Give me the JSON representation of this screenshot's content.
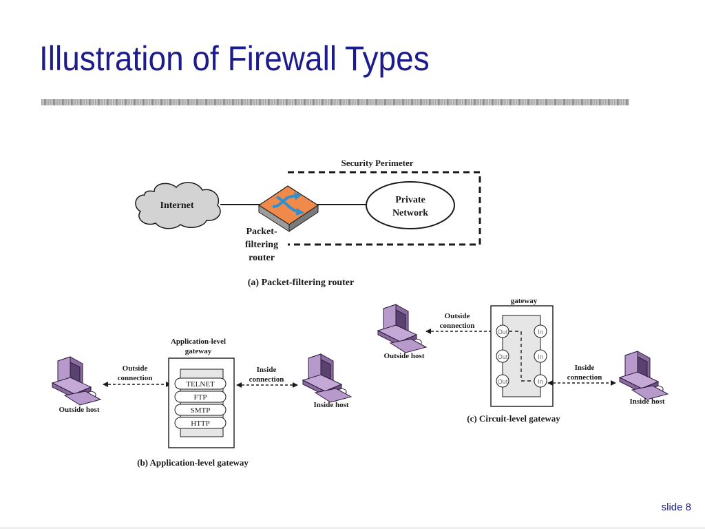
{
  "slide": {
    "title": "Illustration of Firewall Types",
    "number": "slide 8"
  },
  "diagram_a": {
    "perimeter_label": "Security Perimeter",
    "internet_label": "Internet",
    "private_network_line1": "Private",
    "private_network_line2": "Network",
    "router_label_line1": "Packet-",
    "router_label_line2": "filtering",
    "router_label_line3": "router",
    "caption": "(a) Packet-filtering router"
  },
  "diagram_b": {
    "gateway_label_line1": "Application-level",
    "gateway_label_line2": "gateway",
    "outside_conn_line1": "Outside",
    "outside_conn_line2": "connection",
    "inside_conn_line1": "Inside",
    "inside_conn_line2": "connection",
    "outside_host": "Outside host",
    "inside_host": "Inside host",
    "protocols": [
      "TELNET",
      "FTP",
      "SMTP",
      "HTTP"
    ],
    "caption": "(b) Application-level gateway"
  },
  "diagram_c": {
    "gateway_label_partial": "gateway",
    "outside_conn_line1": "Outside",
    "outside_conn_line2": "connection",
    "inside_conn_line1": "Inside",
    "inside_conn_line2": "connection",
    "outside_host": "Outside host",
    "inside_host": "Inside host",
    "out_port": "Out",
    "in_port": "In",
    "caption": "(c) Circuit-level gateway"
  },
  "colors": {
    "title": "#1c1c8c",
    "computer": "#9d7fb1",
    "router_top": "#f08a4b",
    "router_arrows": "#2f8fd0",
    "cloud": "#d3d3d3"
  }
}
